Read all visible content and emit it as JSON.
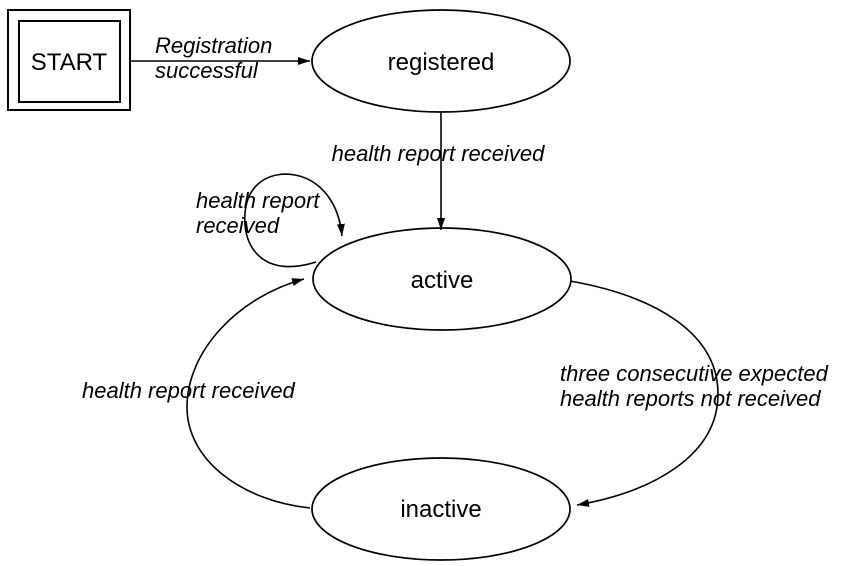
{
  "diagram": {
    "type": "state-machine",
    "ink_color": "#000000",
    "background_color": "#ffffff",
    "start_node": {
      "label": "START"
    },
    "states": [
      {
        "id": "registered",
        "label": "registered"
      },
      {
        "id": "active",
        "label": "active"
      },
      {
        "id": "inactive",
        "label": "inactive"
      }
    ],
    "transitions": [
      {
        "from": "start",
        "to": "registered",
        "label": "Registration successful",
        "label_lines": [
          "Registration",
          "successful"
        ]
      },
      {
        "from": "registered",
        "to": "active",
        "label": "health report received"
      },
      {
        "from": "active",
        "to": "active",
        "label": "health report received",
        "label_lines": [
          "health report",
          "received"
        ]
      },
      {
        "from": "active",
        "to": "inactive",
        "label": "three consecutive expected health reports not received",
        "label_lines": [
          "three consecutive expected",
          "health reports not received"
        ]
      },
      {
        "from": "inactive",
        "to": "active",
        "label": "health report received"
      }
    ]
  }
}
